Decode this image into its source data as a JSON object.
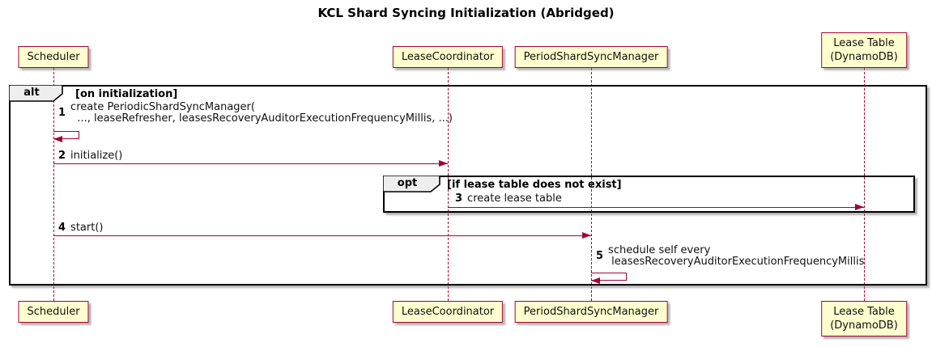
{
  "title": "KCL Shard Syncing Initialization (Abridged)",
  "diagram_type": "sequence",
  "colors": {
    "participant_fill": "#FEFECE",
    "participant_border": "#A80036",
    "arrow": "#A80036",
    "frame_border": "#000000",
    "frame_label_fill": "#EEEEEE"
  },
  "participants": [
    {
      "label": "Scheduler"
    },
    {
      "label": "LeaseCoordinator"
    },
    {
      "label": "PeriodShardSyncManager"
    },
    {
      "label": "Lease Table\n(DynamoDB)"
    }
  ],
  "alt_frame": {
    "operator": "alt",
    "guard": "[on initialization]"
  },
  "opt_frame": {
    "operator": "opt",
    "guard": "[if lease table does not exist]"
  },
  "messages": [
    {
      "num": "1",
      "text": "create PeriodicShardSyncManager(\n  ..., leaseRefresher, leasesRecoveryAuditorExecutionFrequencyMillis, ...)",
      "from": "Scheduler",
      "to": "Scheduler",
      "kind": "self"
    },
    {
      "num": "2",
      "text": "initialize()",
      "from": "Scheduler",
      "to": "LeaseCoordinator",
      "kind": "sync"
    },
    {
      "num": "3",
      "text": "create lease table",
      "from": "LeaseCoordinator",
      "to": "Lease Table (DynamoDB)",
      "kind": "sync"
    },
    {
      "num": "4",
      "text": "start()",
      "from": "Scheduler",
      "to": "PeriodShardSyncManager",
      "kind": "sync"
    },
    {
      "num": "5",
      "text": "schedule self every\n leasesRecoveryAuditorExecutionFrequencyMillis",
      "from": "PeriodShardSyncManager",
      "to": "PeriodShardSyncManager",
      "kind": "self"
    }
  ]
}
